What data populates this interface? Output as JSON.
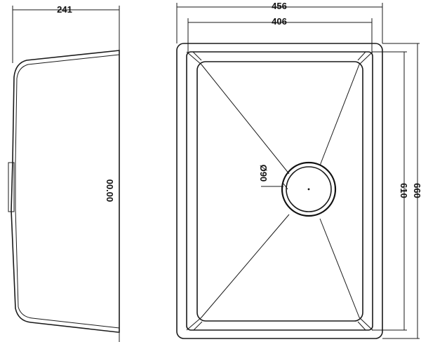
{
  "side_view": {
    "width_label": "241",
    "center_label": "00.00"
  },
  "top_view": {
    "outer_width_label": "456",
    "inner_width_label": "406",
    "inner_height_label": "610",
    "outer_height_label": "660",
    "drain_label": "Ø90"
  },
  "colors": {
    "line": "#1a1a1a",
    "background": "#ffffff"
  }
}
